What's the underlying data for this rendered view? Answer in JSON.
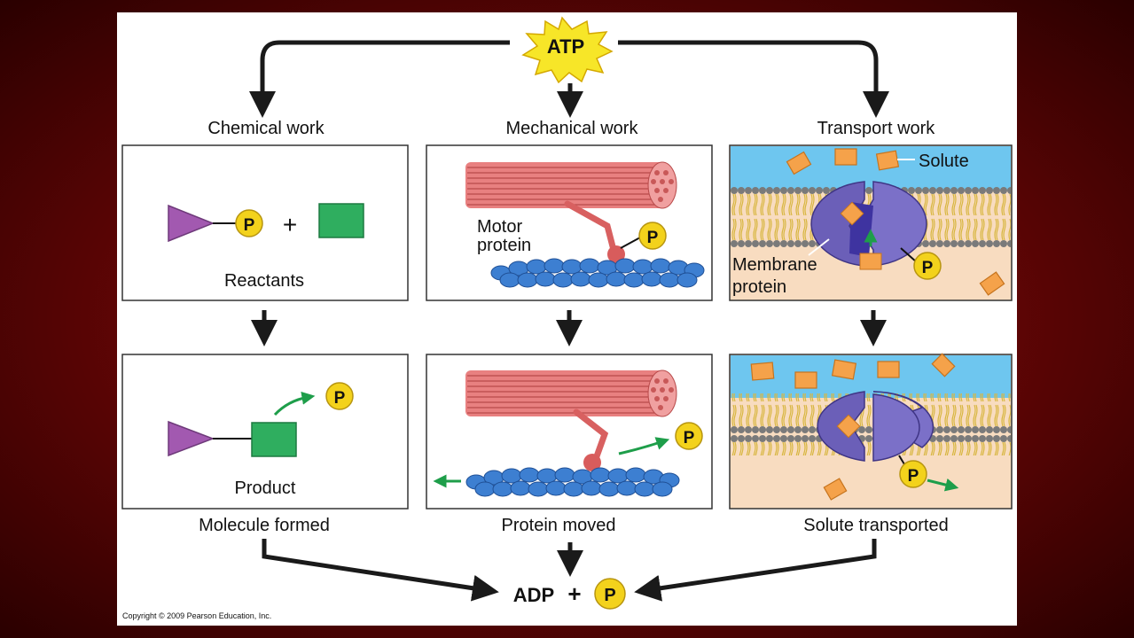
{
  "top": {
    "atp_label": "ATP"
  },
  "columns": {
    "chemical": {
      "title": "Chemical work",
      "before_label": "Reactants",
      "after_label": "Product",
      "bottom_label": "Molecule formed"
    },
    "mechanical": {
      "title": "Mechanical work",
      "motor_label_1": "Motor",
      "motor_label_2": "protein",
      "bottom_label": "Protein moved"
    },
    "transport": {
      "title": "Transport work",
      "solute_label": "Solute",
      "membrane_label_1": "Membrane",
      "membrane_label_2": "protein",
      "bottom_label": "Solute transported"
    }
  },
  "phosphate_label": "P",
  "plus_sign": "+",
  "bottom": {
    "adp_label": "ADP",
    "plus_sign": "+",
    "phosphate_label": "P"
  },
  "copyright": "Copyright © 2009 Pearson Education, Inc.",
  "colors": {
    "background": "#6a0707",
    "panel": "#ffffff",
    "phosphate": "#f3d21c",
    "reactant_triangle": "#a259b0",
    "reactant_square": "#2fae5f",
    "muscle_filament": "#e07070",
    "actin": "#3d7fd1",
    "membrane_protein": "#6b5fb8",
    "solute": "#f5a24a",
    "extracellular": "#6ec6ef",
    "cytoplasm": "#f8dcc0",
    "arrow_green": "#1e9e4a"
  }
}
